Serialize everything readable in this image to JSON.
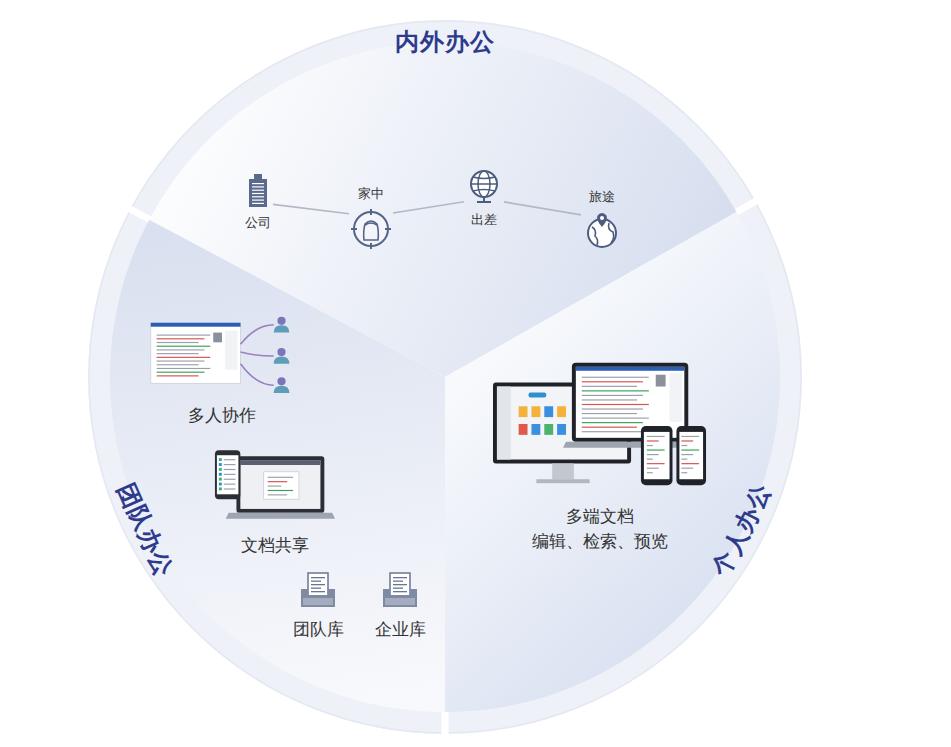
{
  "diagram": {
    "nodes": [
      {
        "text": [
          "内外办公"
        ]
      },
      {
        "text": [
          "公司"
        ],
        "in": 0
      },
      {
        "text": [
          "家中"
        ],
        "in": 0
      },
      {
        "text": [
          "出差"
        ],
        "in": 0
      },
      {
        "text": [
          "旅途"
        ],
        "in": 0
      },
      {
        "text": [
          "团队办公"
        ]
      },
      {
        "text": [
          "多人协作"
        ],
        "in": 5
      },
      {
        "text": [
          "文档共享"
        ],
        "in": 5
      },
      {
        "text": [
          "团队库"
        ],
        "in": 5
      },
      {
        "text": [
          "企业库"
        ],
        "in": 5
      },
      {
        "text": [
          "个人办公"
        ]
      },
      {
        "text": [
          "多端文档",
          "编辑、检索、预览"
        ],
        "in": 10
      }
    ],
    "edges": [
      {
        "from": 1,
        "to": 2,
        "arrow": "none"
      },
      {
        "from": 2,
        "to": 3,
        "arrow": "none"
      },
      {
        "from": 3,
        "to": 4,
        "arrow": "none"
      }
    ]
  }
}
